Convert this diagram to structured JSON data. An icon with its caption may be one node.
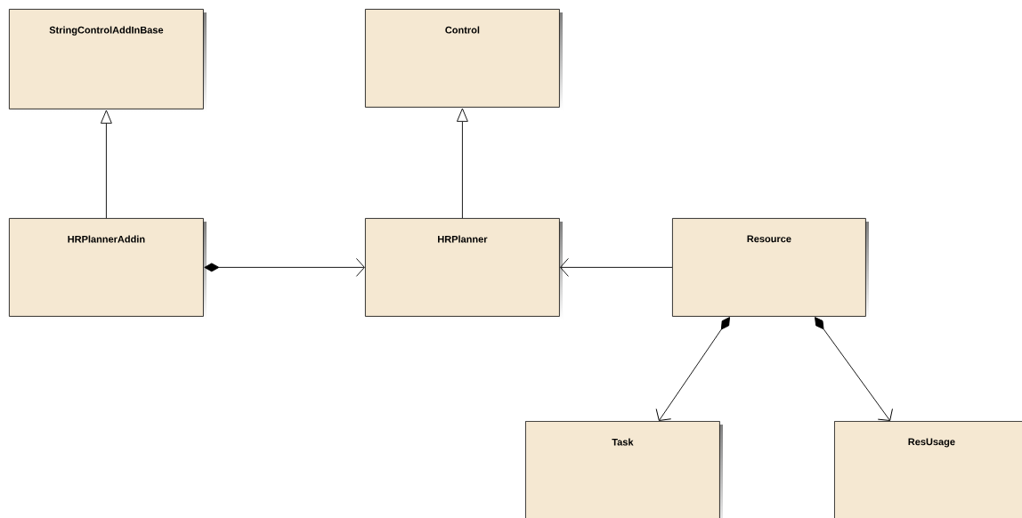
{
  "diagram": {
    "nodes": [
      {
        "text": [
          "StringControlAddInBase"
        ]
      },
      {
        "text": [
          "Control"
        ]
      },
      {
        "text": [
          "HRPlannerAddin"
        ]
      },
      {
        "text": [
          "HRPlanner"
        ]
      },
      {
        "text": [
          "Resource"
        ]
      },
      {
        "text": [
          "Task"
        ]
      },
      {
        "text": [
          "ResUsage"
        ]
      }
    ],
    "edges": [
      {
        "from": 2,
        "to": 0,
        "arrow": "to"
      },
      {
        "from": 3,
        "to": 1,
        "arrow": "to"
      },
      {
        "from": 2,
        "to": 3,
        "arrow": "to"
      },
      {
        "from": 4,
        "to": 3,
        "arrow": "to"
      },
      {
        "from": 4,
        "to": 5,
        "arrow": "to"
      },
      {
        "from": 4,
        "to": 6,
        "arrow": "to"
      }
    ]
  }
}
